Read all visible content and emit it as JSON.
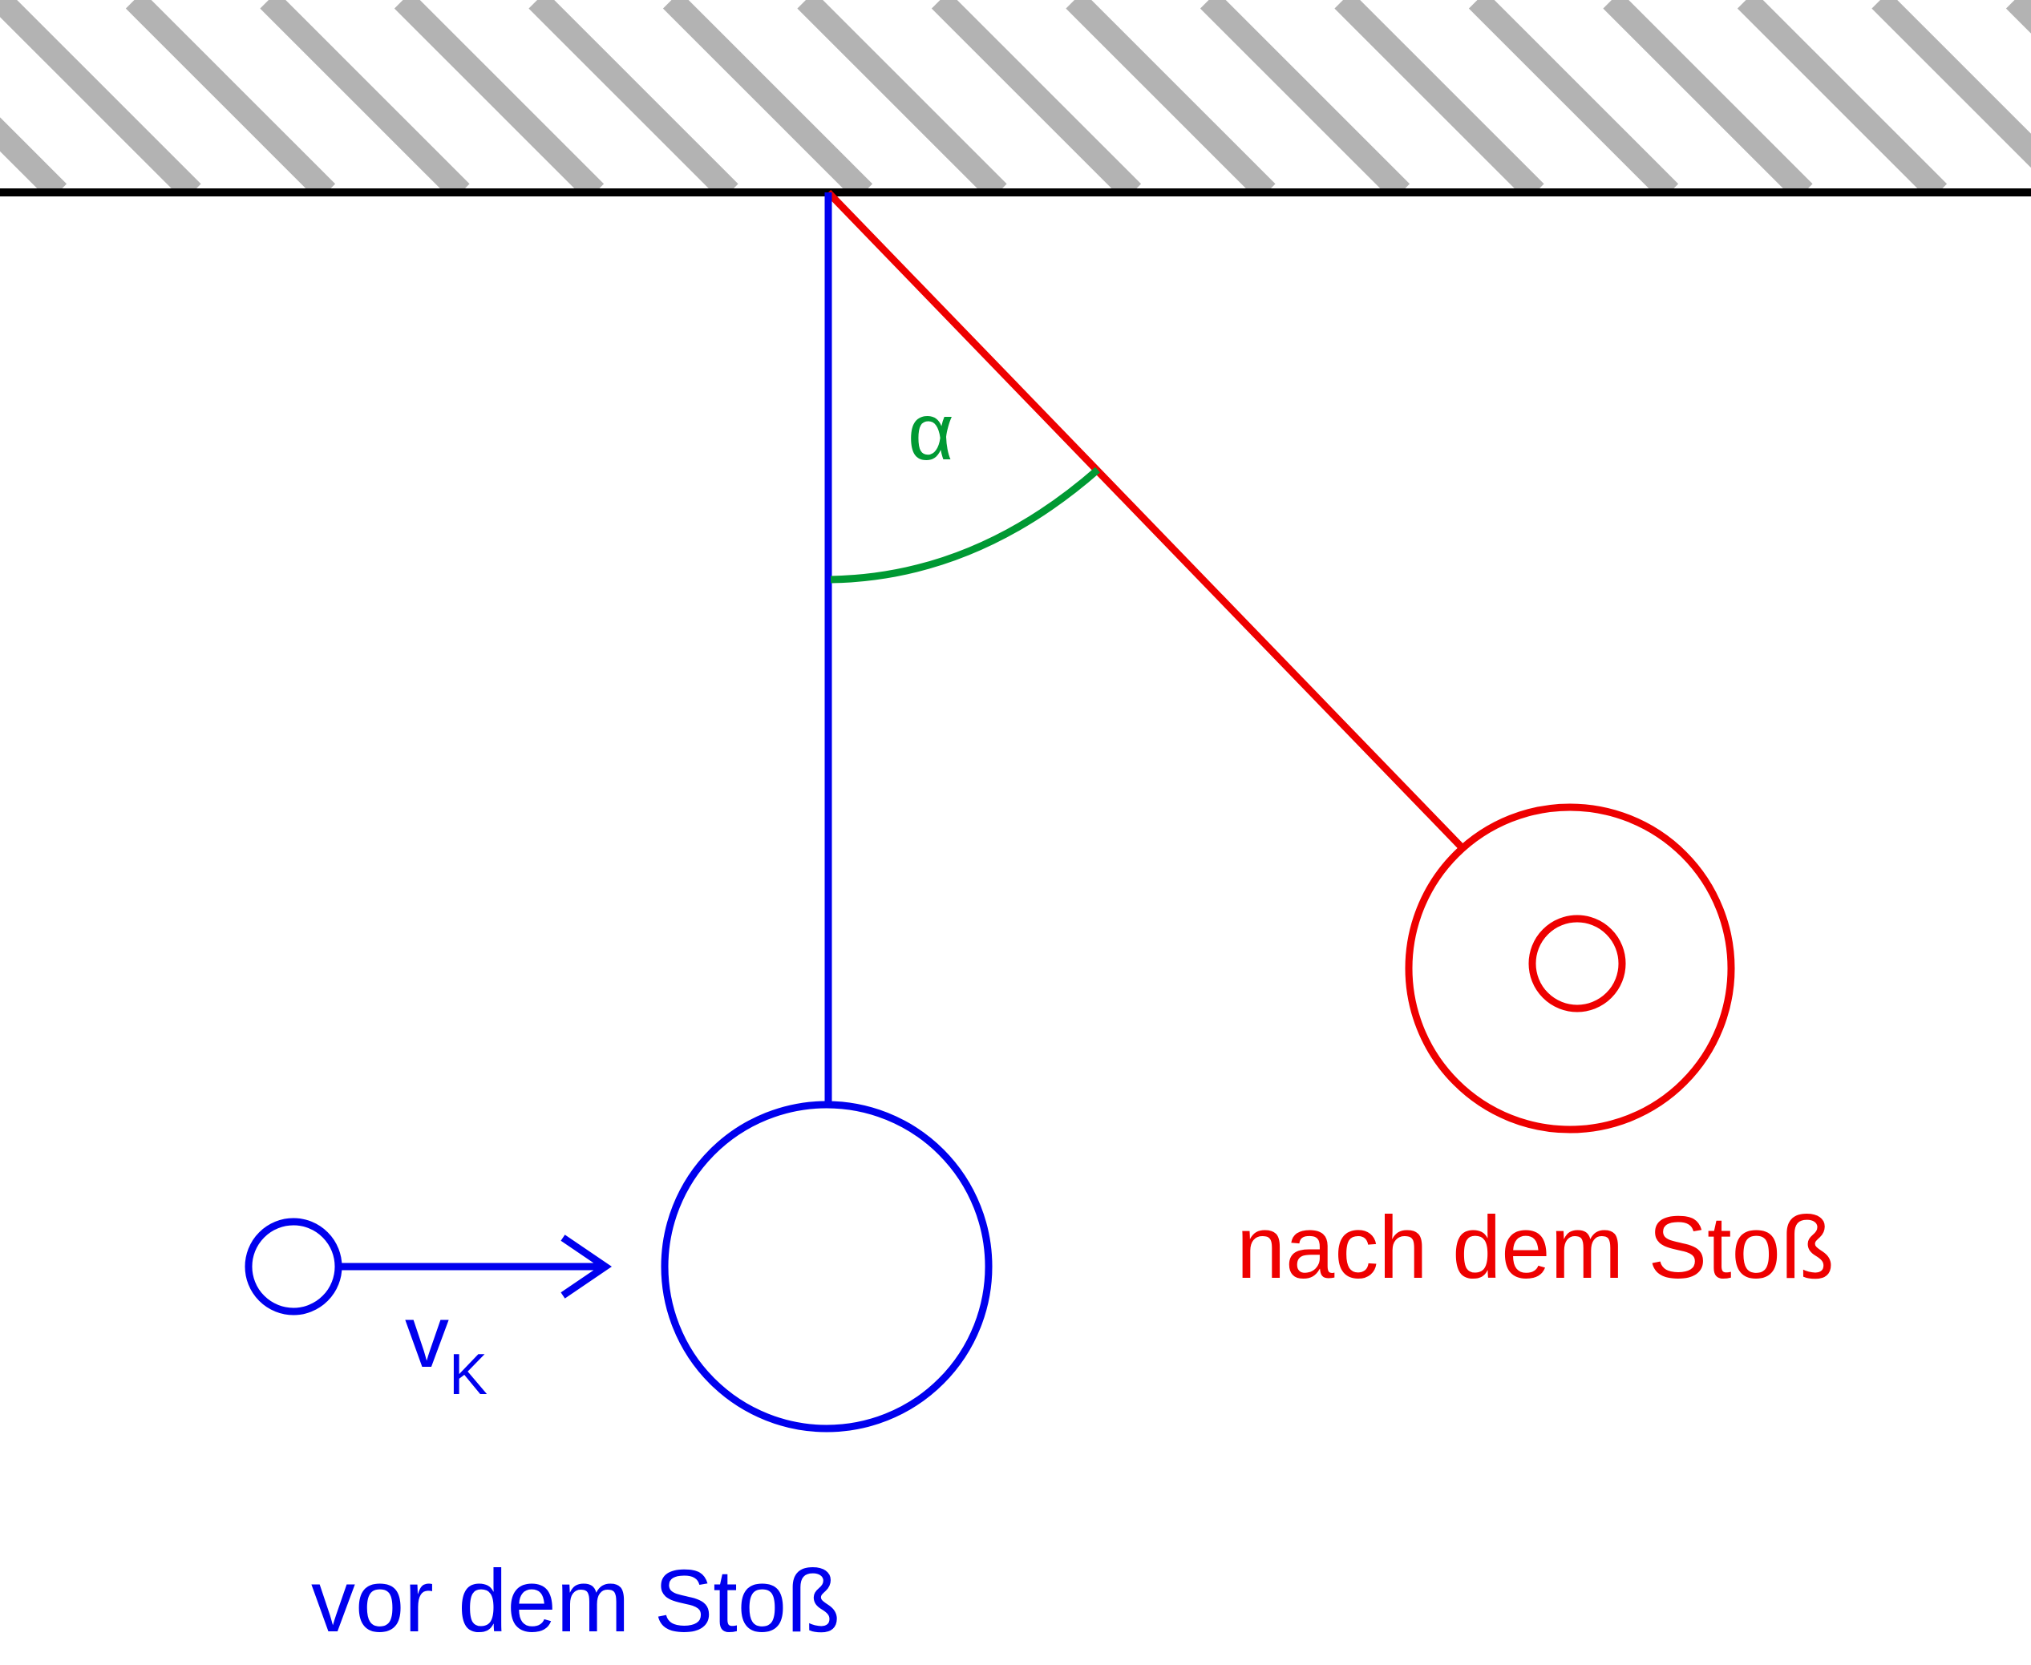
{
  "labels": {
    "before": "vor dem Stoß",
    "after": "nach dem Stoß",
    "angle": "α",
    "velocity_symbol": "v",
    "velocity_subscript": "K"
  },
  "colors": {
    "before": "#0000ee",
    "after": "#ee0000",
    "angle": "#009933",
    "ceiling_line": "#000000",
    "hatch": "#b3b3b3",
    "background": "#ffffff"
  }
}
